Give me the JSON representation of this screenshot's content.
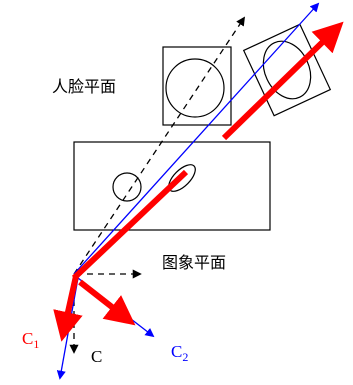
{
  "labels": {
    "face_plane": "人脸平面",
    "image_plane": "图象平面",
    "c1_main": "C",
    "c1_sub": "1",
    "c_main": "C",
    "c2_main": "C",
    "c2_sub": "2"
  },
  "colors": {
    "red": "#ff0000",
    "blue": "#0000ff",
    "black": "#000000",
    "c1_label": "#ff0000",
    "c_label": "#000000",
    "c2_label": "#0000ff"
  }
}
